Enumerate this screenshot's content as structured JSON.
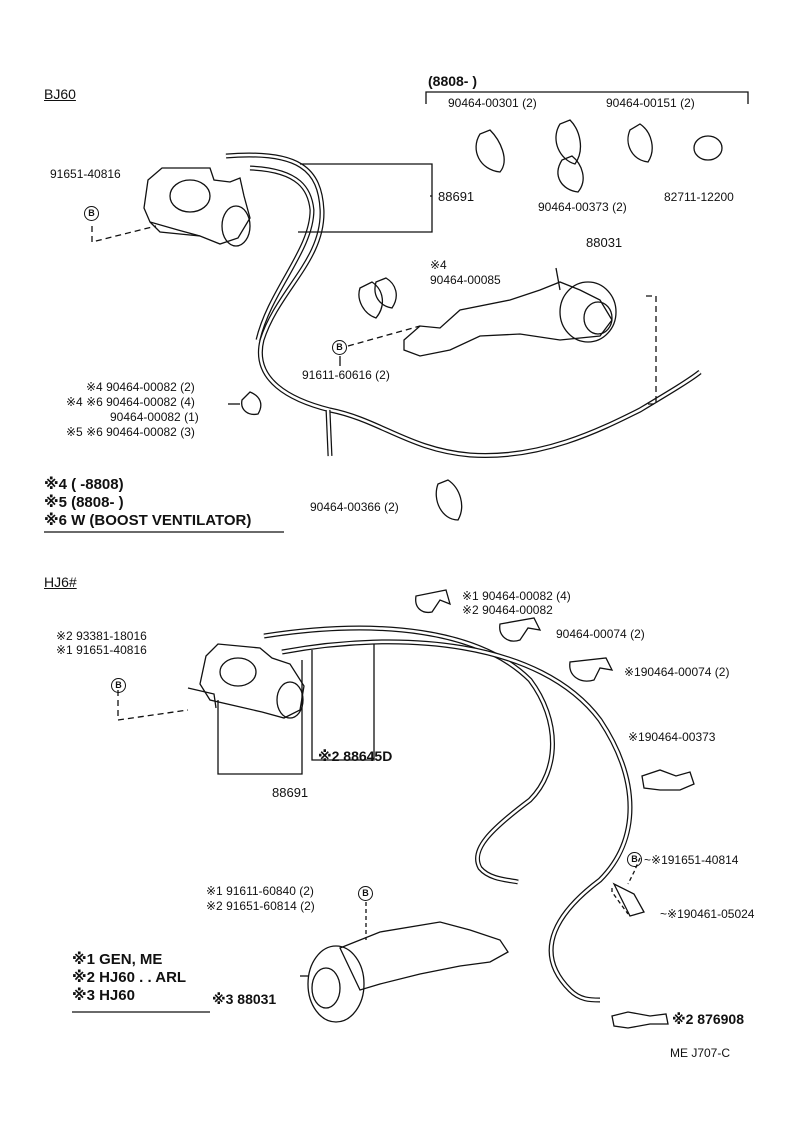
{
  "sections": {
    "top": "BJ60",
    "bottom": "HJ6#"
  },
  "top": {
    "bracket_header": "(8808-        )",
    "clips": {
      "c1": "90464-00301 (2)",
      "c2": "90464-00151 (2)",
      "c3": "90464-00373 (2)",
      "c4": "82711-12200"
    },
    "vsv_bolt": "91651-40816",
    "hose": "88691",
    "actuator": "88031",
    "n4_prefix": "※4",
    "n4_part": "90464-00085",
    "bolt2": "91611-60616 (2)",
    "clip_lines": [
      "※4  90464-00082 (2)",
      "※4 ※6  90464-00082 (4)",
      "90464-00082 (1)",
      "※5 ※6  90464-00082 (3)"
    ],
    "clip366": "90464-00366 (2)",
    "notes": [
      "※4 (        -8808)",
      "※5 (8808-        )",
      "※6 W (BOOST  VENTILATOR)"
    ]
  },
  "bottom": {
    "bolt_lines": [
      "※2 93381-18016",
      "※1 91651-40816"
    ],
    "clip_r1": "※1 90464-00082 (4)",
    "clip_r2": "※2 90464-00082",
    "clip74a": "90464-00074 (2)",
    "clip74b": "※190464-00074 (2)",
    "clip373": "※190464-00373",
    "hose_d": "※2 88645D",
    "hose": "88691",
    "bolt_r": "~※191651-40814",
    "clip_r": "~※190461-05024",
    "act_bolt1": "※1 91611-60840 (2)",
    "act_bolt2": "※2 91651-60814 (2)",
    "notes": [
      "※1 GEN, ME",
      "※2 HJ60 . . ARL",
      "※3 HJ60"
    ],
    "actuator": "※3 88031",
    "valve": "※2 876908",
    "ref": "ME  J707-C"
  },
  "bolt_symbol": "B"
}
